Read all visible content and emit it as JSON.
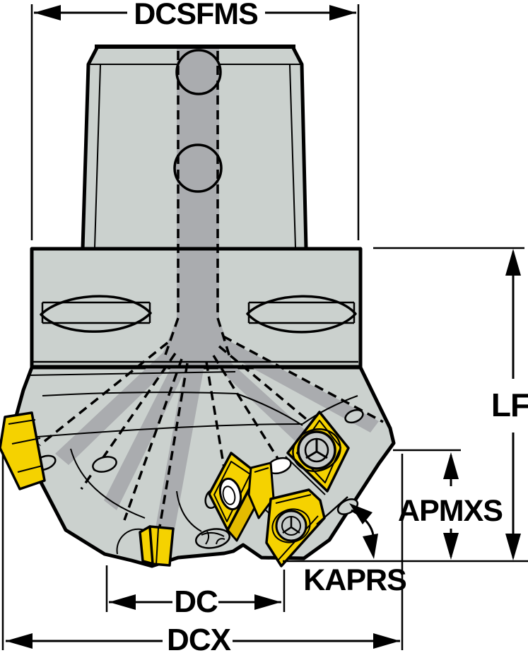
{
  "diagram": {
    "subject": "milling-cutter-dimension-drawing",
    "background_color": "#ffffff",
    "colors": {
      "tool_body_gray": "#cbd1ce",
      "coolant_channel_gray": "#aaacaf",
      "insert_yellow": "#f5d200",
      "insert_facet_yellow": "#e4bc00",
      "screw_gray": "#c6cbc9",
      "line_black": "#000000"
    },
    "dimension_labels": {
      "top_width": "DCSFMS",
      "right_length": "LF",
      "cutting_depth": "APMXS",
      "lead_angle": "KAPRS",
      "diameter": "DC",
      "max_diameter": "DCX"
    }
  }
}
